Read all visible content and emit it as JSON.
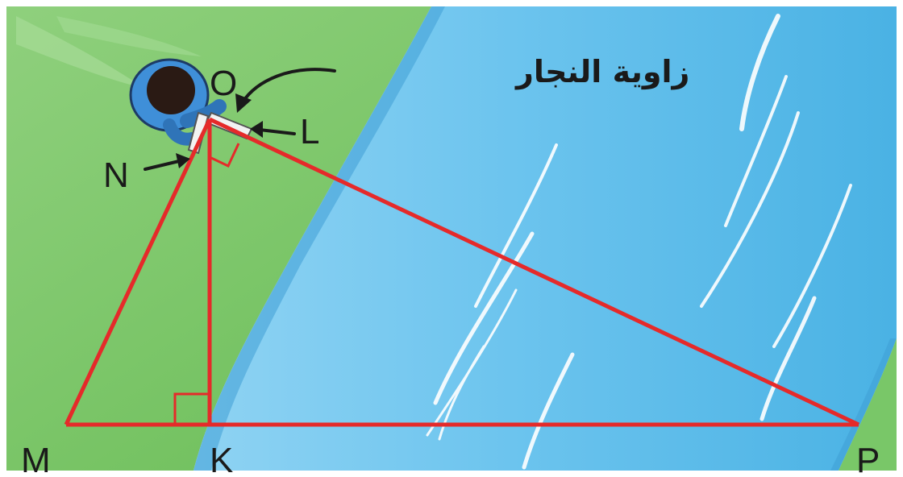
{
  "figure": {
    "labels": {
      "O": "O",
      "L": "L",
      "N": "N",
      "M": "M",
      "K": "K",
      "P": "P"
    },
    "annotation": "زاوية النجار"
  },
  "colors": {
    "grass": "#79c768",
    "grass_light": "#a6dc97",
    "river": "#56b8e6",
    "river_light": "#8fd3f3",
    "bank_edge": "#3f9fd6",
    "lines": "#e52a2a",
    "person_shirt": "#3f8fd8",
    "person_head": "#2a1a14",
    "arrow": "#1a1a1a"
  }
}
